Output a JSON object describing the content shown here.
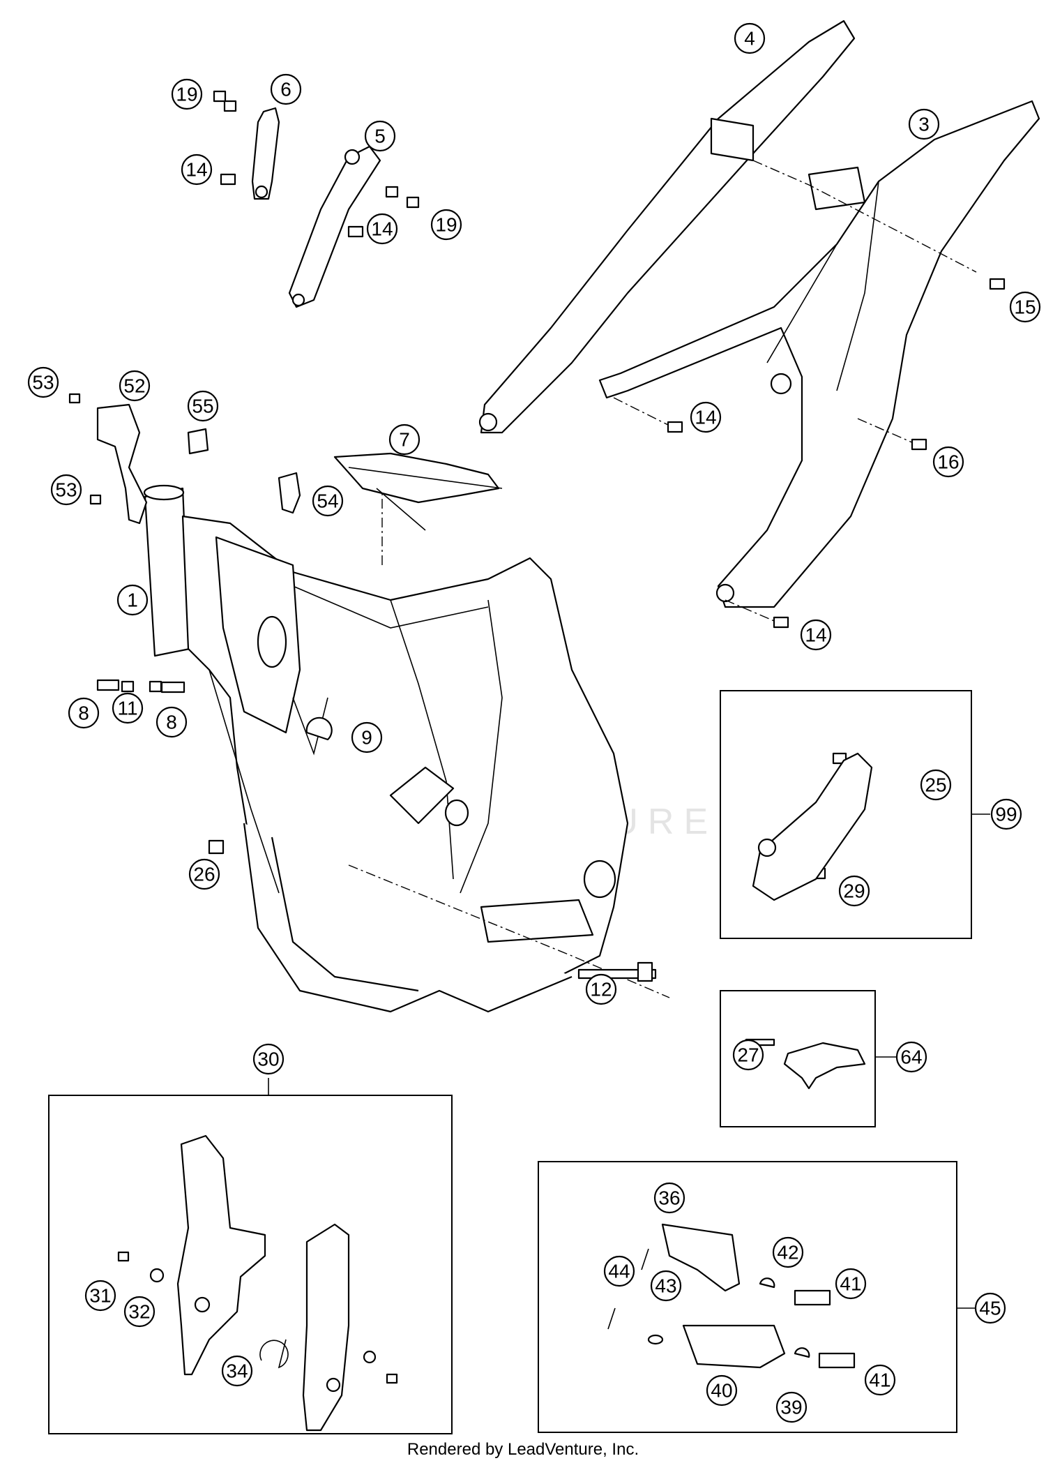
{
  "footer_text": "Rendered by LeadVenture, Inc.",
  "watermark_text": "LEADVENTURE",
  "callouts": {
    "c1": "1",
    "c3": "3",
    "c4": "4",
    "c5": "5",
    "c6": "6",
    "c7": "7",
    "c8a": "8",
    "c8b": "8",
    "c9": "9",
    "c11": "11",
    "c12": "12",
    "c14a": "14",
    "c14b": "14",
    "c14c": "14",
    "c14d": "14",
    "c15": "15",
    "c16": "16",
    "c19a": "19",
    "c19b": "19",
    "c25": "25",
    "c26": "26",
    "c27": "27",
    "c29": "29",
    "c30": "30",
    "c31": "31",
    "c32": "32",
    "c34": "34",
    "c36": "36",
    "c39": "39",
    "c40": "40",
    "c41a": "41",
    "c41b": "41",
    "c42": "42",
    "c43": "43",
    "c44": "44",
    "c45": "45",
    "c52": "52",
    "c53a": "53",
    "c53b": "53",
    "c54": "54",
    "c55": "55",
    "c64": "64",
    "c99": "99"
  }
}
